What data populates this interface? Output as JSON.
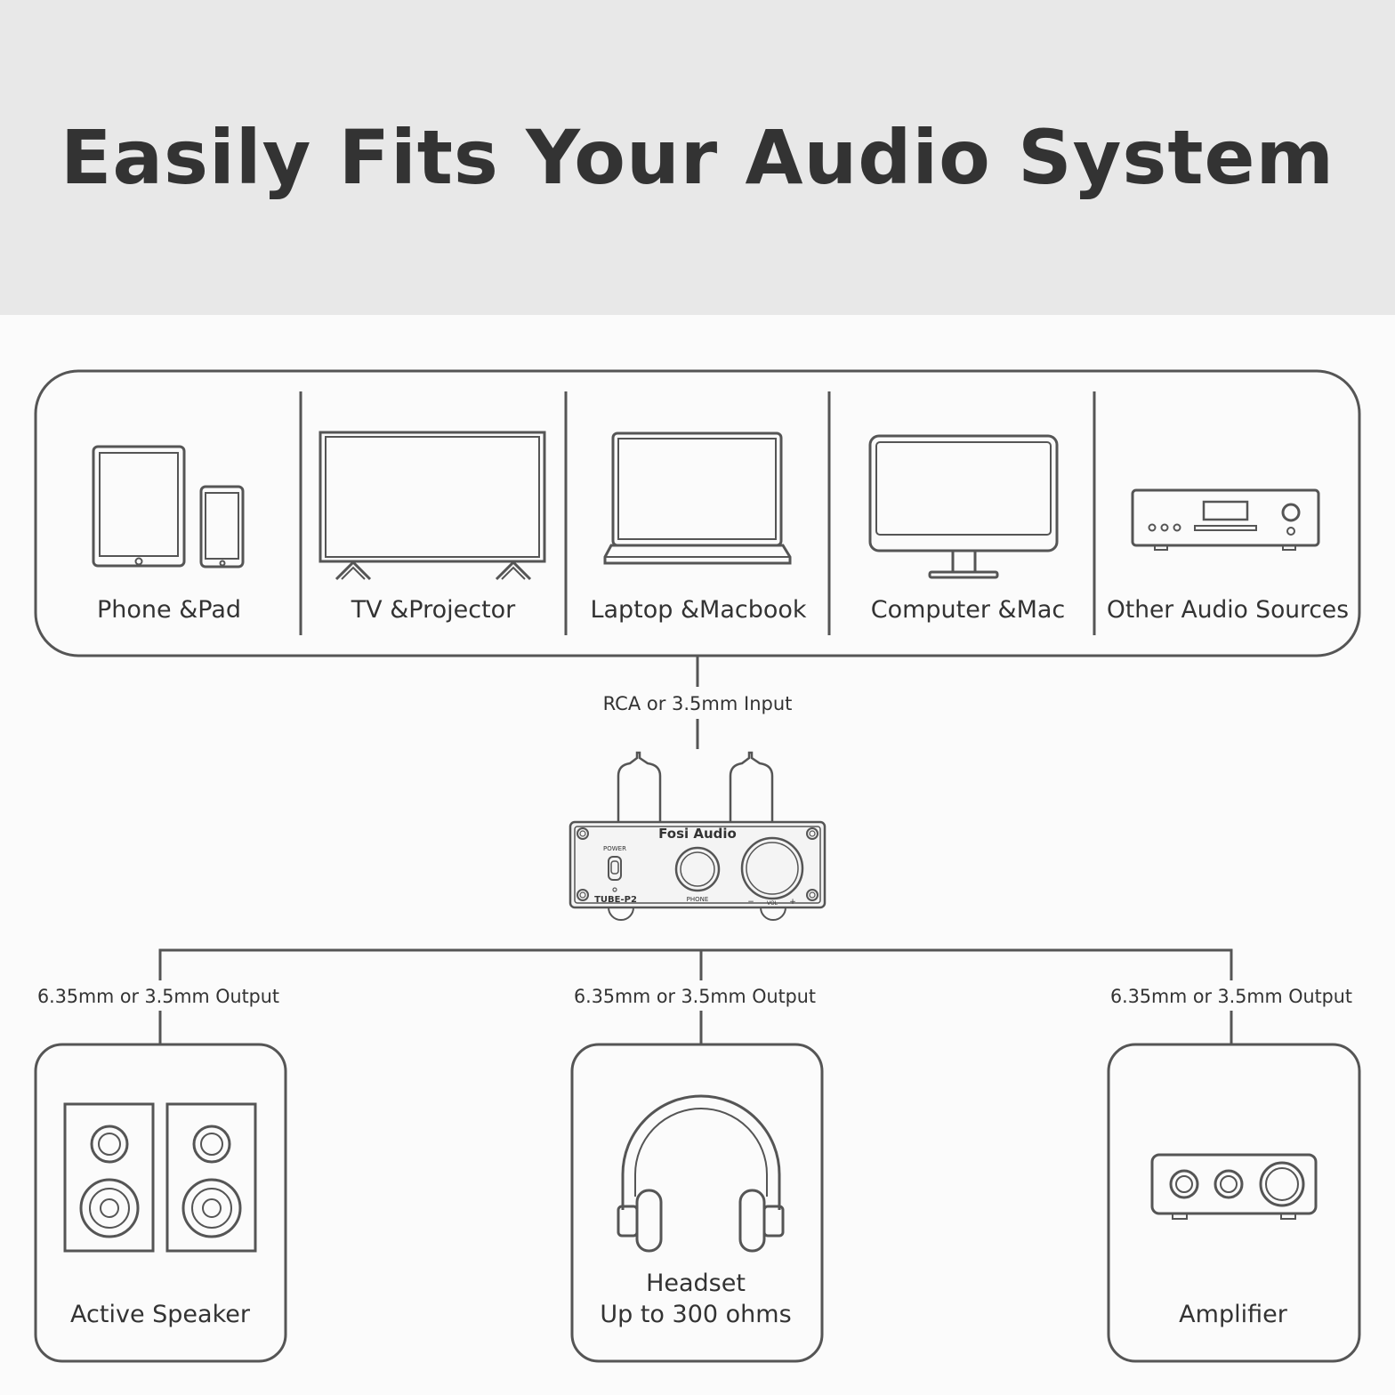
{
  "title": "Easily Fits Your Audio System",
  "sources": [
    {
      "label": "Phone &Pad",
      "icon": "tablet-phone-icon"
    },
    {
      "label": "TV &Projector",
      "icon": "tv-icon"
    },
    {
      "label": "Laptop &Macbook",
      "icon": "laptop-icon"
    },
    {
      "label": "Computer &Mac",
      "icon": "monitor-icon"
    },
    {
      "label": "Other Audio Sources",
      "icon": "audio-source-icon"
    }
  ],
  "input_label": "RCA or 3.5mm Input",
  "device": {
    "brand": "Fosi Audio",
    "model": "TUBE-P2",
    "power_label": "POWER",
    "phone_label": "PHONE",
    "vol_label": "VOL",
    "minus": "−",
    "plus": "+"
  },
  "outputs": [
    {
      "connection": "6.35mm or 3.5mm Output",
      "label": "Active Speaker",
      "label2": "",
      "icon": "speaker-icon"
    },
    {
      "connection": "6.35mm or 3.5mm Output",
      "label": "Headset",
      "label2": "Up to 300 ohms",
      "icon": "headphones-icon"
    },
    {
      "connection": "6.35mm or 3.5mm Output",
      "label": "Amplifier",
      "label2": "",
      "icon": "amplifier-icon"
    }
  ],
  "colors": {
    "header_bg": "#e8e8e8",
    "stroke": "#555555",
    "text": "#333333"
  }
}
